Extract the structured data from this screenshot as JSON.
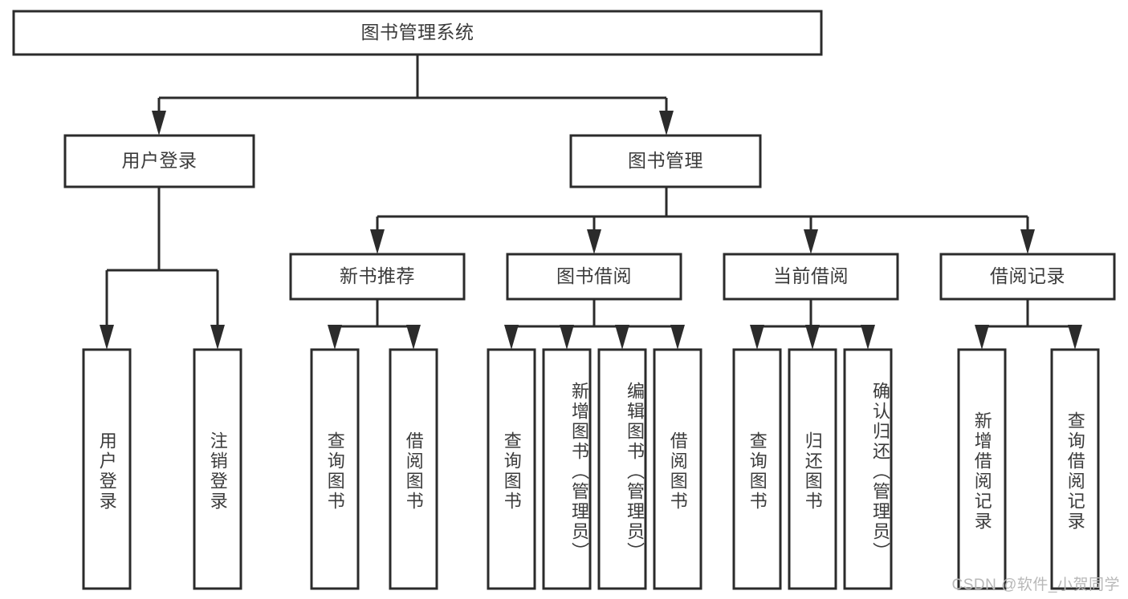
{
  "diagram": {
    "type": "tree-hierarchy",
    "title": "图书管理系统",
    "orientation": "top-down",
    "colors": {
      "stroke": "#2b2b2b",
      "box_fill": "#ffffff",
      "text": "#3b3b3b",
      "background": "#ffffff",
      "watermark": "#b8b8b8"
    },
    "root": {
      "label": "图书管理系统"
    },
    "level2": [
      {
        "label": "用户登录"
      },
      {
        "label": "图书管理"
      }
    ],
    "level3": [
      {
        "label": "新书推荐"
      },
      {
        "label": "图书借阅"
      },
      {
        "label": "当前借阅"
      },
      {
        "label": "借阅记录"
      }
    ],
    "leaves": {
      "user_login": [
        {
          "label": "用户登录"
        },
        {
          "label": "注销登录"
        }
      ],
      "new_book_recommend": [
        {
          "label": "查询图书"
        },
        {
          "label": "借阅图书"
        }
      ],
      "book_borrow": [
        {
          "label": "查询图书"
        },
        {
          "label": "新增图书（管理员）"
        },
        {
          "label": "编辑图书（管理员）"
        },
        {
          "label": "借阅图书"
        }
      ],
      "current_borrow": [
        {
          "label": "查询图书"
        },
        {
          "label": "归还图书"
        },
        {
          "label": "确认归还（管理员）"
        }
      ],
      "borrow_record": [
        {
          "label": "新增借阅记录"
        },
        {
          "label": "查询借阅记录"
        }
      ]
    }
  },
  "watermark": {
    "text": "CSDN @软件_小贺同学"
  }
}
